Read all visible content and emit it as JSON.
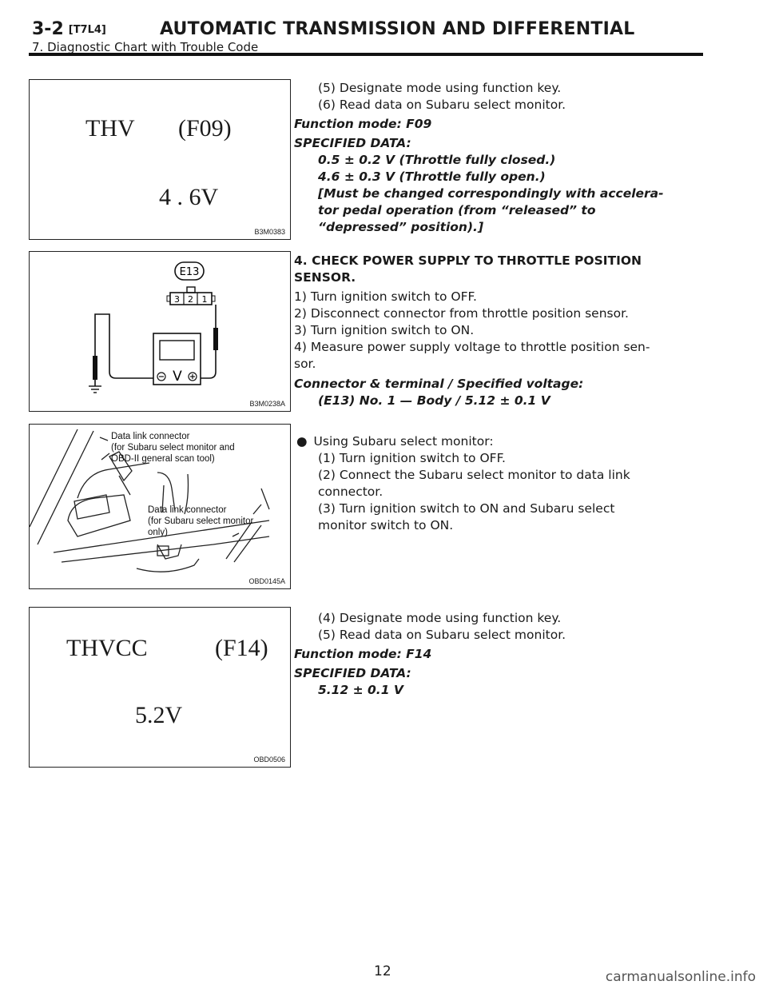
{
  "header": {
    "section_code": "3-2",
    "section_ref": "[T7L4]",
    "title": "AUTOMATIC TRANSMISSION AND DIFFERENTIAL",
    "subtitle": "7. Diagnostic Chart with Trouble Code"
  },
  "figures": {
    "fig1": {
      "param": "THV",
      "mode": "(F09)",
      "value": "4 . 6V",
      "code": "B3M0383"
    },
    "fig2": {
      "connector": "E13",
      "pins": [
        "3",
        "2",
        "1"
      ],
      "meter_label": "V",
      "code": "B3M0238A"
    },
    "fig3": {
      "label1": [
        "Data link connector",
        "(for Subaru select monitor and",
        "OBD-II general scan tool)"
      ],
      "label2": [
        "Data link connector",
        "(for Subaru select monitor",
        "only)"
      ],
      "code": "OBD0145A"
    },
    "fig4": {
      "param": "THVCC",
      "mode": "(F14)",
      "value": "5.2V",
      "code": "OBD0506"
    }
  },
  "block1": {
    "step5": "(5) Designate mode using function key.",
    "step6": "(6) Read data on Subaru select monitor.",
    "function_mode": "Function mode: F09",
    "specified": "SPECIFIED DATA:",
    "spec1": "0.5 ± 0.2 V (Throttle fully closed.)",
    "spec2": "4.6 ± 0.3 V (Throttle fully open.)",
    "note1": "[Must be changed correspondingly with accelera-",
    "note2": "tor pedal operation (from “released” to",
    "note3": "“depressed” position).]"
  },
  "block2": {
    "heading1": "4. CHECK POWER SUPPLY TO THROTTLE POSITION",
    "heading2": "SENSOR.",
    "s1": "1) Turn ignition switch to OFF.",
    "s2": "2) Disconnect connector from throttle position sensor.",
    "s3": "3) Turn ignition switch to ON.",
    "s4a": "4) Measure power supply voltage to throttle position sen-",
    "s4b": "sor.",
    "spec_title": "Connector & terminal / Specified voltage:",
    "spec_value": "(E13) No. 1 — Body / 5.12 ± 0.1 V"
  },
  "block3": {
    "bullet": "Using Subaru select monitor:",
    "s1": "(1) Turn ignition switch to OFF.",
    "s2a": "(2) Connect the Subaru select monitor to data link",
    "s2b": "connector.",
    "s3a": "(3) Turn ignition switch to ON and Subaru select",
    "s3b": "monitor switch to ON."
  },
  "block4": {
    "s4": "(4) Designate mode using function key.",
    "s5": "(5) Read data on Subaru select monitor.",
    "function_mode": "Function mode: F14",
    "specified": "SPECIFIED DATA:",
    "spec1": "5.12 ± 0.1 V"
  },
  "page_number": "12",
  "watermark": "carmanualsonline.info"
}
